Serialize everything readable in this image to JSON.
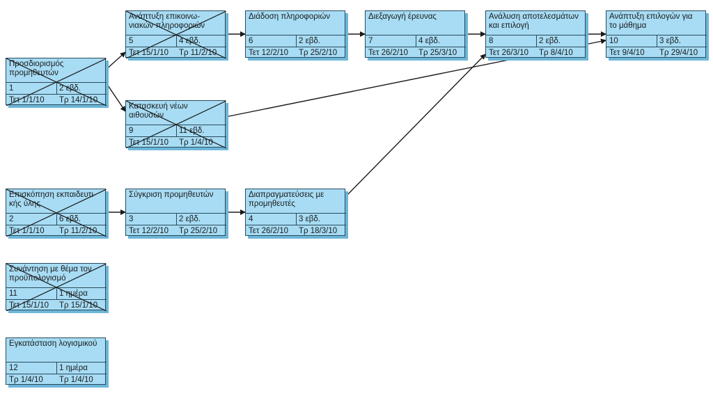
{
  "tasks": {
    "t1": {
      "name": [
        "Προσδιορισμός",
        "προμηθευτών"
      ],
      "id": "1",
      "duration": "2 εβδ.",
      "start": "Τετ 1/1/10",
      "finish": "Τρ 14/1/10",
      "critical": true
    },
    "t2": {
      "name": [
        "Επισκόπηση εκπαιδευτι-",
        "κής ύλης"
      ],
      "id": "2",
      "duration": "6 εβδ.",
      "start": "Τετ 1/1/10",
      "finish": "Τρ 11/2/10",
      "critical": true
    },
    "t3": {
      "name": [
        "Σύγκριση προμηθευτών",
        ""
      ],
      "id": "3",
      "duration": "2 εβδ.",
      "start": "Τετ 12/2/10",
      "finish": "Τρ 25/2/10",
      "critical": false
    },
    "t4": {
      "name": [
        "Διαπραγματεύσεις με",
        "προμηθευτές"
      ],
      "id": "4",
      "duration": "3 εβδ.",
      "start": "Τετ 26/2/10",
      "finish": "Τρ 18/3/10",
      "critical": false
    },
    "t5": {
      "name": [
        "Ανάπτυξη επικοινω-",
        "νιακών πληροφοριών"
      ],
      "id": "5",
      "duration": "4 εβδ.",
      "start": "Τετ 15/1/10",
      "finish": "Τρ 11/2/10",
      "critical": true
    },
    "t6": {
      "name": [
        "Διάδοση πληροφοριών",
        ""
      ],
      "id": "6",
      "duration": "2 εβδ.",
      "start": "Τετ 12/2/10",
      "finish": "Τρ 25/2/10",
      "critical": false
    },
    "t7": {
      "name": [
        "Διεξαγωγή έρευνας",
        ""
      ],
      "id": "7",
      "duration": "4 εβδ.",
      "start": "Τετ 26/2/10",
      "finish": "Τρ 25/3/10",
      "critical": false
    },
    "t8": {
      "name": [
        "Ανάλυση αποτελεσμάτων",
        "και επιλογή"
      ],
      "id": "8",
      "duration": "2 εβδ.",
      "start": "Τετ 26/3/10",
      "finish": "Τρ 8/4/10",
      "critical": false
    },
    "t9": {
      "name": [
        "Κατασκευή νέων",
        "αιθουσών"
      ],
      "id": "9",
      "duration": "11 εβδ.",
      "start": "Τετ 15/1/10",
      "finish": "Τρ 1/4/10",
      "critical": true
    },
    "t10": {
      "name": [
        "Ανάπτυξη επιλογών για",
        "το μάθημα"
      ],
      "id": "10",
      "duration": "3 εβδ.",
      "start": "Τετ 9/4/10",
      "finish": "Τρ 29/4/10",
      "critical": false
    },
    "t11": {
      "name": [
        "Συνάντηση με θέμα τον",
        "προϋπολογισμό"
      ],
      "id": "11",
      "duration": "1 ημέρα",
      "start": "Τετ 15/1/10",
      "finish": "Τρ 15/1/10",
      "critical": true
    },
    "t12": {
      "name": [
        "Εγκατάσταση λογισμικού",
        ""
      ],
      "id": "12",
      "duration": "1 ημέρα",
      "start": "Τρ 1/4/10",
      "finish": "Τρ 1/4/10",
      "critical": false
    }
  },
  "dependencies": [
    [
      "t1",
      "t5"
    ],
    [
      "t1",
      "t9"
    ],
    [
      "t5",
      "t6"
    ],
    [
      "t6",
      "t7"
    ],
    [
      "t7",
      "t8"
    ],
    [
      "t8",
      "t10"
    ],
    [
      "t9",
      "t10"
    ],
    [
      "t2",
      "t3"
    ],
    [
      "t3",
      "t4"
    ],
    [
      "t4",
      "t8"
    ]
  ],
  "colors": {
    "box_fill": "#a7dcf4",
    "box_shadow": "#6cb6d8",
    "line": "#1a1a1a"
  }
}
